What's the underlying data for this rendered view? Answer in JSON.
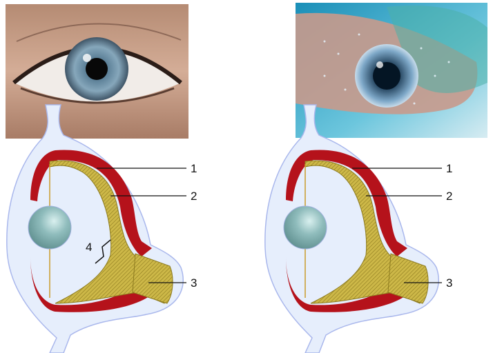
{
  "panels": [
    {
      "id": "human",
      "photo_subject": "human-eye-photo",
      "labels": [
        "1",
        "2",
        "3",
        "4"
      ]
    },
    {
      "id": "squid",
      "photo_subject": "squid-eye-photo",
      "labels": [
        "1",
        "2",
        "3"
      ]
    }
  ],
  "colors": {
    "cell_fill": "#e6eefc",
    "cell_outline": "#a9b7ec",
    "pigment": "#b5121b",
    "retina": "#cdb848",
    "retina_dark": "#8c7a1e",
    "lens": "#8fbcbc",
    "skin": "#c79f8a",
    "water": "#2f9fc4",
    "iris": "#7d9bb0"
  }
}
